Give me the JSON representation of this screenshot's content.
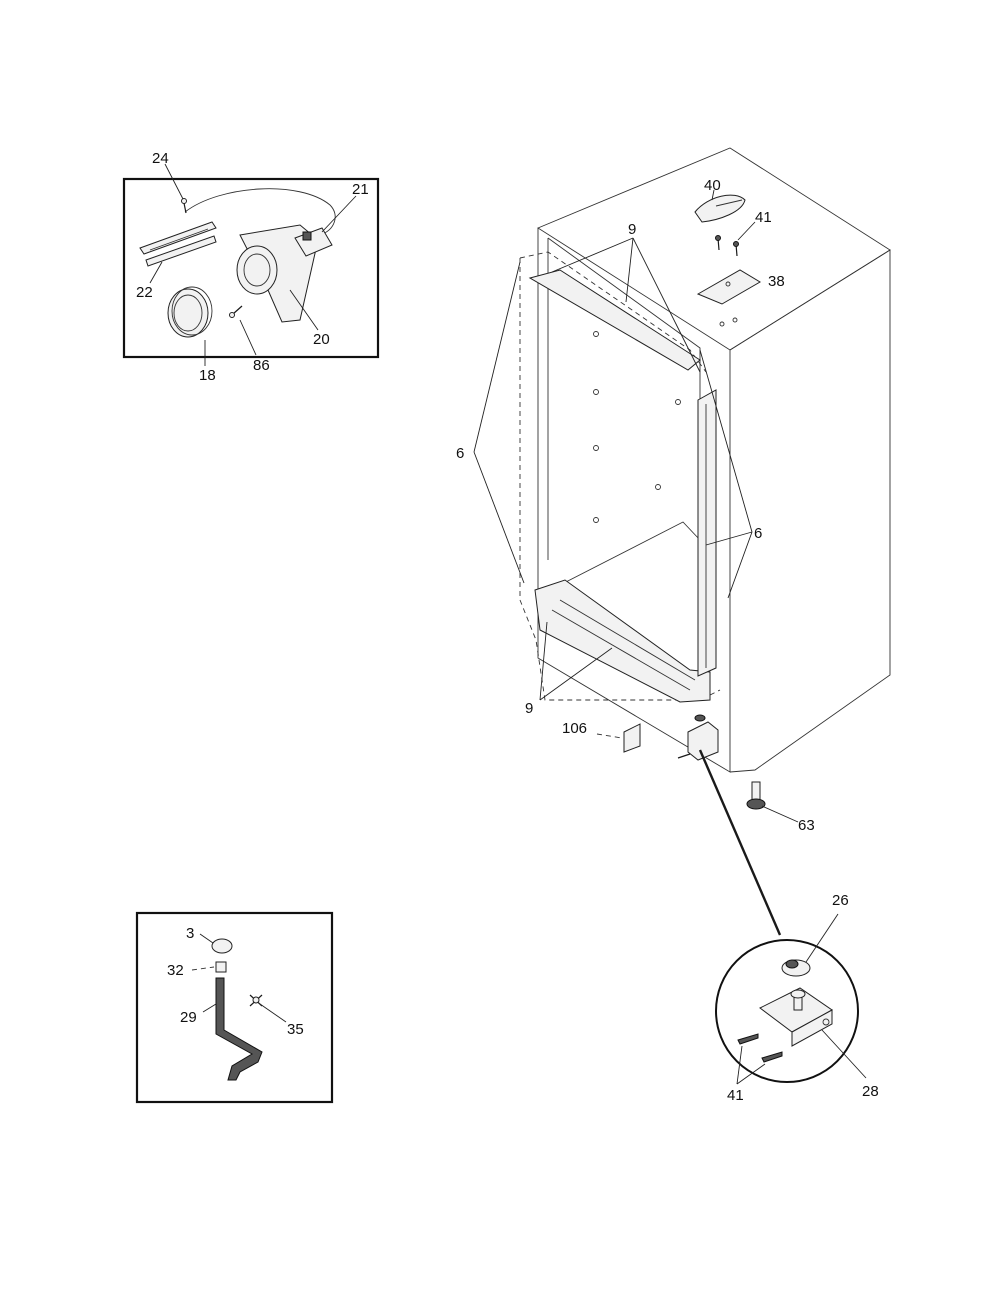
{
  "callouts": {
    "c3": "3",
    "c6a": "6",
    "c6b": "6",
    "c9a": "9",
    "c9b": "9",
    "c18": "18",
    "c20": "20",
    "c21": "21",
    "c22": "22",
    "c24": "24",
    "c26": "26",
    "c28": "28",
    "c29": "29",
    "c32": "32",
    "c35": "35",
    "c38": "38",
    "c40": "40",
    "c41a": "41",
    "c41b": "41",
    "c63": "63",
    "c86": "86",
    "c106": "106"
  }
}
